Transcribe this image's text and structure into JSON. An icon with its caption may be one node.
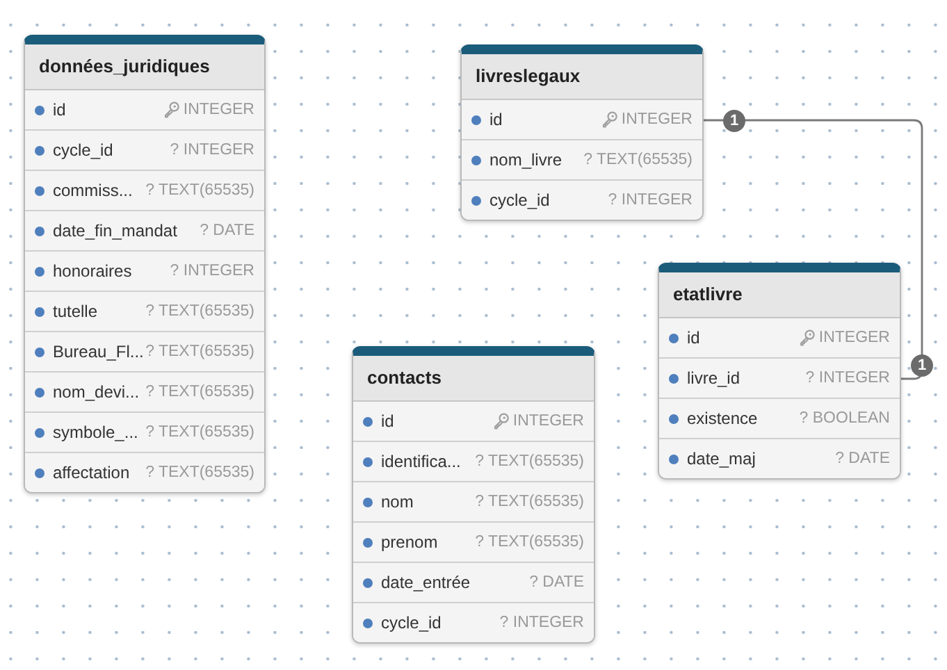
{
  "diagram": {
    "nodes": [
      {
        "text": [
          "données_juridiques"
        ]
      },
      {
        "text": [
          "id",
          "INTEGER"
        ],
        "in": 0
      },
      {
        "text": [
          "cycle_id",
          "? INTEGER"
        ],
        "in": 0
      },
      {
        "text": [
          "commiss...",
          "? TEXT(65535)"
        ],
        "in": 0
      },
      {
        "text": [
          "date_fin_mandat",
          "? DATE"
        ],
        "in": 0
      },
      {
        "text": [
          "honoraires",
          "? INTEGER"
        ],
        "in": 0
      },
      {
        "text": [
          "tutelle",
          "? TEXT(65535)"
        ],
        "in": 0
      },
      {
        "text": [
          "Bureau_Fl...",
          "? TEXT(65535)"
        ],
        "in": 0
      },
      {
        "text": [
          "nom_devi...",
          "? TEXT(65535)"
        ],
        "in": 0
      },
      {
        "text": [
          "symbole_...",
          "? TEXT(65535)"
        ],
        "in": 0
      },
      {
        "text": [
          "affectation",
          "? TEXT(65535)"
        ],
        "in": 0
      },
      {
        "text": [
          "livreslegaux"
        ]
      },
      {
        "text": [
          "id",
          "INTEGER"
        ],
        "in": 11
      },
      {
        "text": [
          "nom_livre",
          "? TEXT(65535)"
        ],
        "in": 11
      },
      {
        "text": [
          "cycle_id",
          "? INTEGER"
        ],
        "in": 11
      },
      {
        "text": [
          "etatlivre"
        ]
      },
      {
        "text": [
          "id",
          "INTEGER"
        ],
        "in": 15
      },
      {
        "text": [
          "livre_id",
          "? INTEGER"
        ],
        "in": 15
      },
      {
        "text": [
          "existence",
          "? BOOLEAN"
        ],
        "in": 15
      },
      {
        "text": [
          "date_maj",
          "? DATE"
        ],
        "in": 15
      },
      {
        "text": [
          "contacts"
        ]
      },
      {
        "text": [
          "id",
          "INTEGER"
        ],
        "in": 20
      },
      {
        "text": [
          "identifica...",
          "? TEXT(65535)"
        ],
        "in": 20
      },
      {
        "text": [
          "nom",
          "? TEXT(65535)"
        ],
        "in": 20
      },
      {
        "text": [
          "prenom",
          "? TEXT(65535)"
        ],
        "in": 20
      },
      {
        "text": [
          "date_entrée",
          "? DATE"
        ],
        "in": 20
      },
      {
        "text": [
          "cycle_id",
          "? INTEGER"
        ],
        "in": 20
      }
    ],
    "edges": [
      {
        "from": 12,
        "to": 17,
        "arrow": "other"
      }
    ],
    "labels": [
      "1",
      "1"
    ]
  }
}
